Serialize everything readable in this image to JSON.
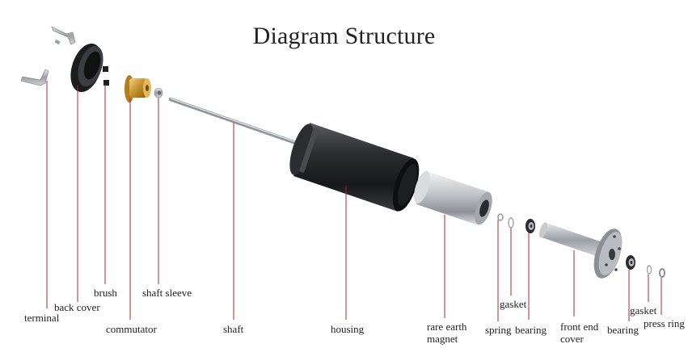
{
  "title": "Diagram Structure",
  "labels": {
    "terminal": "terminal",
    "back_cover": "back cover",
    "brush": "brush",
    "commutator": "commutator",
    "shaft_sleeve": "shaft sleeve",
    "shaft": "shaft",
    "housing": "housing",
    "rare_earth_magnet_line1": "rare earth",
    "rare_earth_magnet_line2": "magnet",
    "spring": "spring",
    "gasket_front": "gasket",
    "bearing_front": "bearing",
    "front_end_cover_line1": "front end",
    "front_end_cover_line2": "cover",
    "bearing_rear": "bearing",
    "gasket_rear": "gasket",
    "press_ring": "press ring"
  },
  "colors": {
    "leader_line": "#b3242b",
    "housing": "#2a2a2c",
    "magnet": "#bfc3c7",
    "brass": "#c99a3a",
    "steel": "#9ea3a8"
  }
}
